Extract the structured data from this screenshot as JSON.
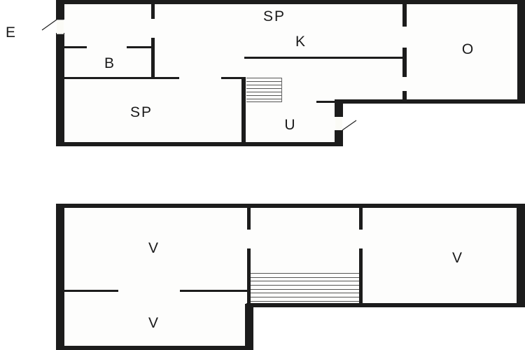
{
  "diagram": {
    "type": "floor-plan",
    "floors": [
      {
        "name": "ground-floor",
        "rooms": [
          {
            "id": "sp-top",
            "label": "SP"
          },
          {
            "id": "k",
            "label": "K"
          },
          {
            "id": "o",
            "label": "O"
          },
          {
            "id": "b",
            "label": "B"
          },
          {
            "id": "sp-left",
            "label": "SP"
          },
          {
            "id": "u",
            "label": "U"
          }
        ],
        "annotations": [
          {
            "id": "entrance",
            "label": "E"
          }
        ]
      },
      {
        "name": "upper-floor",
        "rooms": [
          {
            "id": "v-top-left",
            "label": "V"
          },
          {
            "id": "v-bottom-left",
            "label": "V"
          },
          {
            "id": "v-right",
            "label": "V"
          }
        ]
      }
    ],
    "colors": {
      "wall": "#1c1c1c",
      "floor": "#fdfdfc",
      "background": "#ffffff"
    }
  }
}
